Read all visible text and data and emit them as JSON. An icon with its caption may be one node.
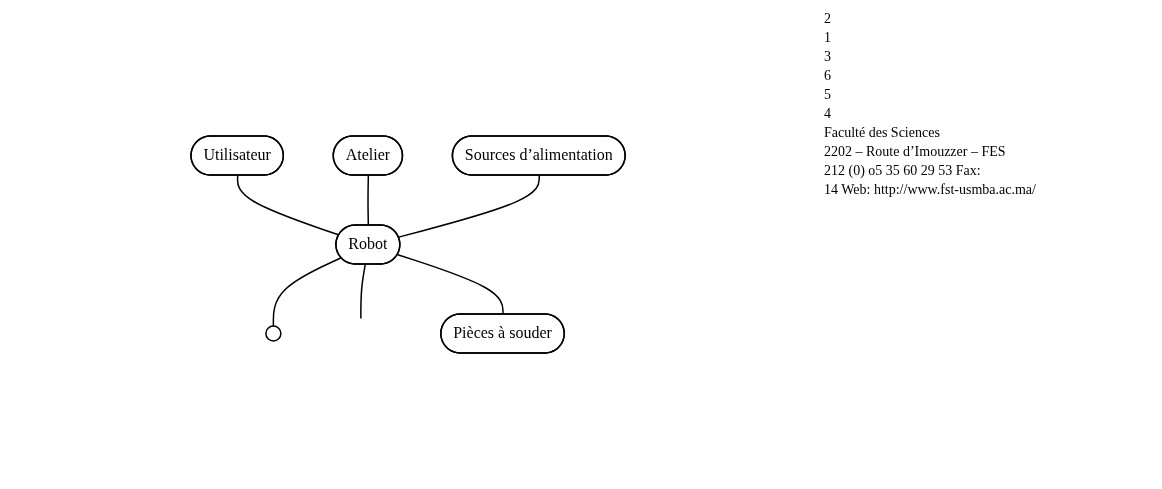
{
  "diagram": {
    "nodes": [
      {
        "text": [
          "Atelier"
        ]
      },
      {
        "text": [
          "Utilisateur"
        ]
      },
      {
        "text": [
          "Sources d’alimentation"
        ]
      },
      {
        "text": [
          "Robot"
        ]
      },
      {
        "text": [
          "Pièces à souder"
        ]
      },
      {
        "text": [],
        "shape": "circle"
      }
    ],
    "edges": [
      {
        "from": 1,
        "to": 3,
        "arrow": "none"
      },
      {
        "from": 0,
        "to": 3,
        "arrow": "none"
      },
      {
        "from": 2,
        "to": 3,
        "arrow": "none"
      },
      {
        "from": 3,
        "to": 5,
        "arrow": "none"
      },
      {
        "from": 3,
        "to": null,
        "arrow": "none"
      },
      {
        "from": 3,
        "to": 4,
        "arrow": "none"
      }
    ],
    "labels": [
      "2",
      "1",
      "3",
      "6",
      "5",
      "4",
      "Faculté des Sciences",
      "2202 – Route d’Imouzzer – FES",
      "212 (0) o5 35 60 29 53 Fax:",
      "14 Web: http://www.fst-usmba.ac.ma/"
    ]
  }
}
